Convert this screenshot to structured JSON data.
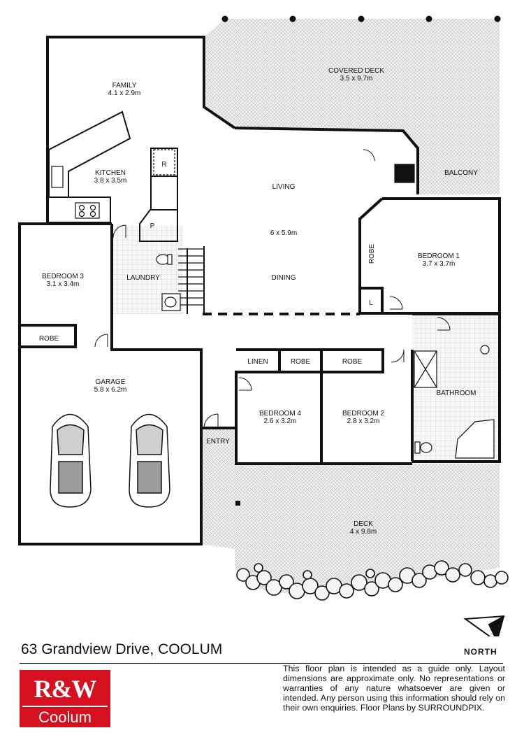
{
  "rooms": {
    "covered_deck": {
      "name": "COVERED DECK",
      "dims": "3.5 x 9.7m"
    },
    "family": {
      "name": "FAMILY",
      "dims": "4.1 x 2.9m"
    },
    "kitchen": {
      "name": "KITCHEN",
      "dims": "3.8 x 3.5m"
    },
    "balcony": {
      "name": "BALCONY"
    },
    "living": {
      "name": "LIVING",
      "dims": "6 x 5.9m"
    },
    "dining": {
      "name": "DINING"
    },
    "bedroom1": {
      "name": "BEDROOM 1",
      "dims": "3.7 x 3.7m"
    },
    "bedroom3": {
      "name": "BEDROOM 3",
      "dims": "3.1 x 3.4m"
    },
    "laundry": {
      "name": "LAUNDRY"
    },
    "garage": {
      "name": "GARAGE",
      "dims": "5.8 x 6.2m"
    },
    "bedroom4": {
      "name": "BEDROOM 4",
      "dims": "2.6 x 3.2m"
    },
    "bedroom2": {
      "name": "BEDROOM 2",
      "dims": "2.8 x 3.2m"
    },
    "bathroom": {
      "name": "BATHROOM"
    },
    "entry": {
      "name": "ENTRY"
    },
    "deck": {
      "name": "DECK",
      "dims": "4 x 9.8m"
    }
  },
  "labels": {
    "robe": "ROBE",
    "linen": "LINEN",
    "pantry": "P",
    "fridge": "R",
    "linen_cupboard": "L"
  },
  "address": "63 Grandview Drive, COOLUM",
  "north": "NORTH",
  "logo": {
    "brand": "R&W",
    "office": "Coolum"
  },
  "disclaimer": "This floor plan is intended as a guide only. Layout dimensions are approximate only. No representations or warranties of any nature whatsoever are given or intended. Any person using this information should rely on their own enquiries. Floor Plans by  SURROUNDPIX.",
  "colors": {
    "brand_red": "#d6101f",
    "wall": "#111111",
    "hatch": "#9a9a9a",
    "tile": "#b5b5b5"
  }
}
